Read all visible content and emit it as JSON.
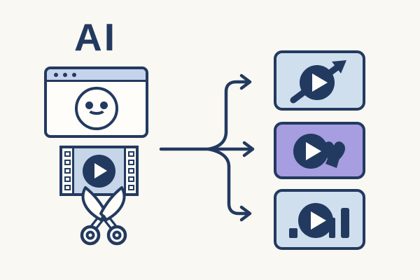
{
  "colors": {
    "background": "#faf8f2",
    "ink": "#233a60",
    "panel-blue": "#c5d4ec",
    "film-blue": "#c6d5e8",
    "card-blue": "#cfdfee",
    "card-purple": "#a79de1",
    "white": "#fefdf9"
  },
  "source": {
    "label": "AI",
    "icons": [
      {
        "name": "browser-window-smiley-icon"
      },
      {
        "name": "film-strip-play-icon"
      },
      {
        "name": "scissors-icon"
      }
    ]
  },
  "flow": {
    "arrow_icon": "three-branch-arrow-icon",
    "branch_count": 3,
    "direction": "left-to-right"
  },
  "outputs": [
    {
      "name": "clip-card-trending",
      "icon": "play-trending-up-icon",
      "fill": "#cfdfee"
    },
    {
      "name": "clip-card-likes",
      "icon": "play-heart-icon",
      "fill": "#a79de1"
    },
    {
      "name": "clip-card-ai-brand",
      "icon": "dot-play-ai-logo-icon",
      "fill": "#cfdfee"
    }
  ]
}
